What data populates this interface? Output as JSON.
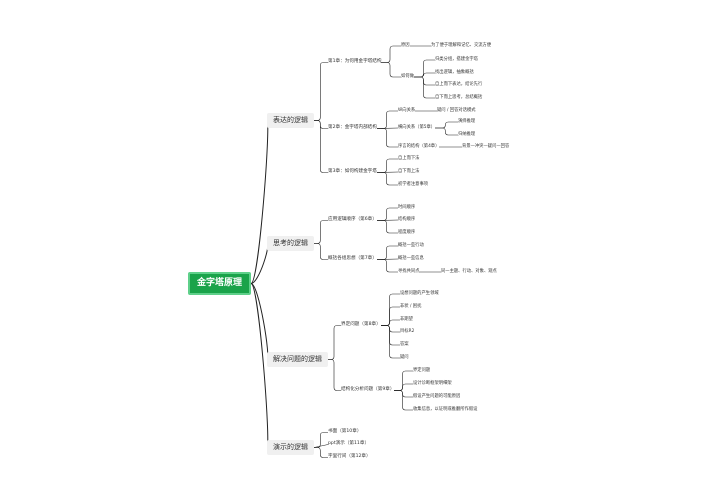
{
  "root": "金字塔原理",
  "branches": [
    {
      "label": "表达的逻辑",
      "children": [
        {
          "label": "第1章：为何用金字塔结构",
          "children": [
            {
              "label": "原因",
              "children": [
                "为了便于理解和记忆、交流方便"
              ]
            },
            {
              "label": "如何做",
              "children": [
                "归类分组，搭建金字塔",
                "找出逻辑，抽象概括",
                "自上而下表达，结论先行",
                "自下而上思考，总结概括"
              ]
            }
          ]
        },
        {
          "label": "第2章：金字塔内部结构",
          "children": [
            {
              "label": "纵向关系",
              "children": [
                "疑问 / 回答对话模式"
              ]
            },
            {
              "label": "横向关系（第5章）",
              "children": [
                "演绎推理",
                "归纳推理"
              ]
            },
            {
              "label": "序言的结构（第4章）",
              "children": [
                "背景—冲突—疑问—回答"
              ]
            }
          ]
        },
        {
          "label": "第3章：如何构建金字塔",
          "children": [
            {
              "label": "自上而下法",
              "children": []
            },
            {
              "label": "自下而上法",
              "children": []
            },
            {
              "label": "初学者注意事项",
              "children": []
            }
          ]
        }
      ]
    },
    {
      "label": "思考的逻辑",
      "children": [
        {
          "label": "应用逻辑顺序（第6章）",
          "children": [
            {
              "label": "时间顺序",
              "children": []
            },
            {
              "label": "结构顺序",
              "children": []
            },
            {
              "label": "程度顺序",
              "children": []
            }
          ]
        },
        {
          "label": "概括各组思想（第7章）",
          "children": [
            {
              "label": "概括一些行动",
              "children": []
            },
            {
              "label": "概括一些信息",
              "children": []
            },
            {
              "label": "寻找共同点",
              "children": [
                "同一主题、行动、对象、观点"
              ]
            }
          ]
        }
      ]
    },
    {
      "label": "解决问题的逻辑",
      "children": [
        {
          "label": "界定问题（第8章）",
          "children": [
            {
              "label": "设想问题的产生领域",
              "children": []
            },
            {
              "label": "非状 / 困扰",
              "children": []
            },
            {
              "label": "非期望",
              "children": []
            },
            {
              "label": "目标R2",
              "children": []
            },
            {
              "label": "答案",
              "children": []
            },
            {
              "label": "疑问",
              "children": []
            }
          ]
        },
        {
          "label": "结构化分析问题（第9章）",
          "children": [
            {
              "label": "界定问题",
              "children": []
            },
            {
              "label": "设计诊断框架明细架",
              "children": []
            },
            {
              "label": "假设产生问题的可能原因",
              "children": []
            },
            {
              "label": "收集信息，以证明或推翻所作假设",
              "children": []
            }
          ]
        }
      ]
    },
    {
      "label": "演示的逻辑",
      "children": [
        {
          "label": "书面（第10章）",
          "children": []
        },
        {
          "label": "ppt演示（第11章）",
          "children": []
        },
        {
          "label": "字里行间（第12章）",
          "children": []
        }
      ]
    }
  ]
}
